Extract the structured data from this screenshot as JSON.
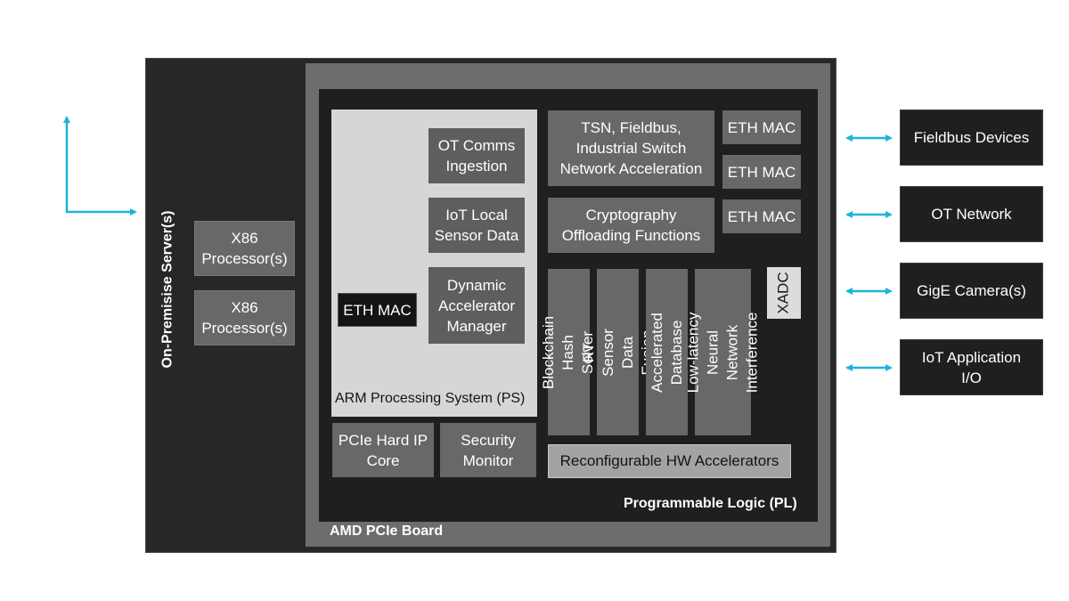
{
  "server": {
    "label": "On-Premisise Server(s)"
  },
  "processors": [
    "X86\nProcessor(s)",
    "X86\nProcessor(s)"
  ],
  "board": {
    "label": "AMD PCIe Board"
  },
  "pl": {
    "label": "Programmable Logic (PL)"
  },
  "ps": {
    "label": "ARM Processing System (PS)",
    "blocks": [
      "OT Comms\nIngestion",
      "IoT Local\nSensor Data",
      "Dynamic\nAccelerator\nManager"
    ],
    "eth": "ETH MAC"
  },
  "pcie_core": "PCIe Hard IP\nCore",
  "security_monitor": "Security\nMonitor",
  "tsn": "TSN, Fieldbus,\nIndustrial Switch\nNetwork Acceleration",
  "crypto": "Cryptography\nOffloading Functions",
  "eth_macs": [
    "ETH MAC",
    "ETH MAC",
    "ETH MAC"
  ],
  "accelerators": [
    "Blockchain Hash\nSolver",
    "RT Sensor Data\nFusion",
    "Accelerated\nDatabase",
    "Low-latency Neural\nNetwork Interference"
  ],
  "xadc": "XADC",
  "reconfigurable": "Reconfigurable HW Accelerators",
  "external": [
    "Fieldbus Devices",
    "OT Network",
    "GigE Camera(s)",
    "IoT Application\nI/O"
  ],
  "colors": {
    "arrow": "#1eb4dc",
    "dark": "#1f1f20",
    "grey": "#68686b",
    "ps_bg": "#d6d6d6"
  }
}
